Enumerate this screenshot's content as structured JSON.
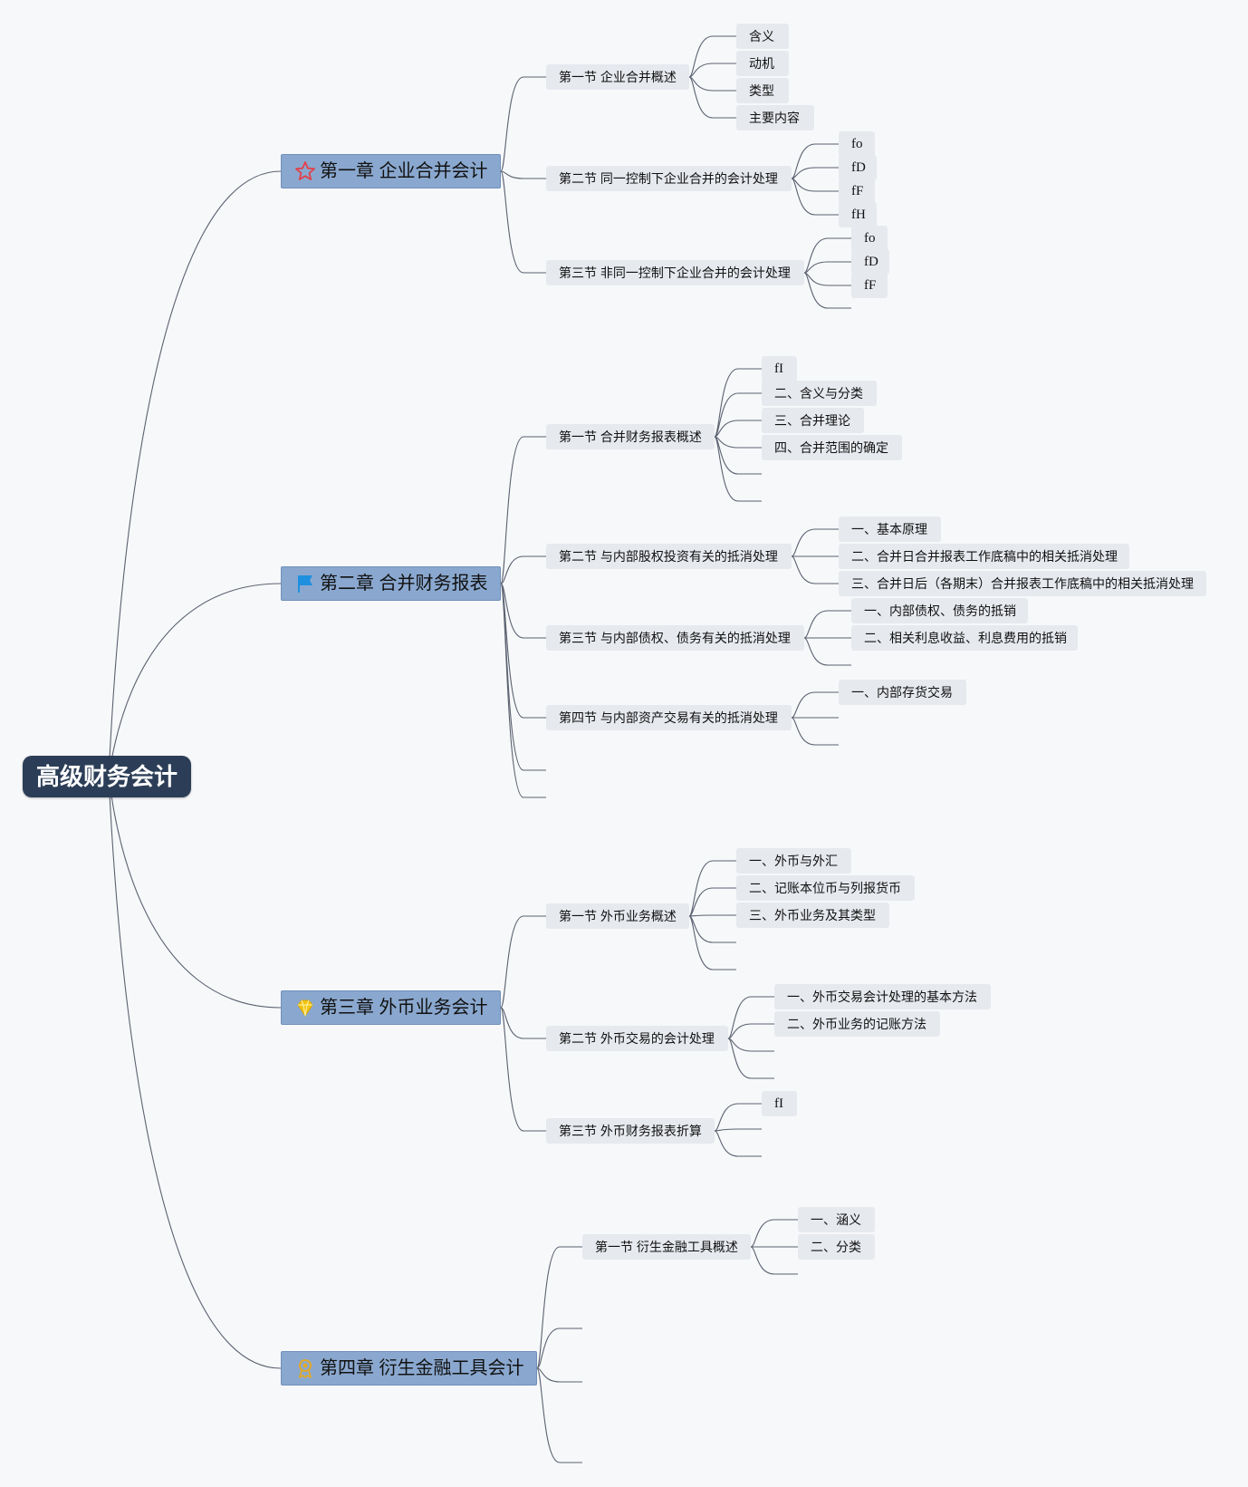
{
  "root": "高级财务会计",
  "chapters": [
    {
      "title": "第一章 企业合并会计",
      "icon": "star-icon",
      "sections": [
        {
          "title": "第一节 企业合并概述",
          "items": [
            "含义",
            "动机",
            "类型",
            "主要内容"
          ]
        },
        {
          "title": "第二节 同一控制下企业合并的会计处理",
          "items": [
            "fo",
            "fD",
            "fF",
            "fH"
          ]
        },
        {
          "title": "第三节 非同一控制下企业合并的会计处理",
          "items": [
            "fo",
            "fD",
            "fF"
          ]
        }
      ]
    },
    {
      "title": "第二章 合并财务报表",
      "icon": "flag-icon",
      "sections": [
        {
          "title": "第一节 合并财务报表概述",
          "items": [
            "fI",
            "二、含义与分类",
            "三、合并理论",
            "四、合并范围的确定"
          ]
        },
        {
          "title": "第二节 与内部股权投资有关的抵消处理",
          "items": [
            "一、基本原理",
            "二、合并日合并报表工作底稿中的相关抵消处理",
            "三、合并日后（各期末）合并报表工作底稿中的相关抵消处理"
          ]
        },
        {
          "title": "第三节 与内部债权、债务有关的抵消处理",
          "items": [
            "一、内部债权、债务的抵销",
            "二、相关利息收益、利息费用的抵销"
          ]
        },
        {
          "title": "第四节 与内部资产交易有关的抵消处理",
          "items": [
            "一、内部存货交易"
          ]
        }
      ]
    },
    {
      "title": "第三章 外币业务会计",
      "icon": "diamond-icon",
      "sections": [
        {
          "title": "第一节 外币业务概述",
          "items": [
            "一、外币与外汇",
            "二、记账本位币与列报货币",
            "三、外币业务及其类型"
          ]
        },
        {
          "title": "第二节 外币交易的会计处理",
          "items": [
            "一、外币交易会计处理的基本方法",
            "二、外币业务的记账方法"
          ]
        },
        {
          "title": "第三节 外币财务报表折算",
          "items": [
            "fI"
          ]
        }
      ]
    },
    {
      "title": "第四章 衍生金融工具会计",
      "icon": "award-icon",
      "sections": [
        {
          "title": "第一节 衍生金融工具概述",
          "items": [
            "一、涵义",
            "二、分类"
          ]
        }
      ]
    }
  ],
  "colors": {
    "root_bg": "#2c3e57",
    "chapter_bg": "#8aa8cf",
    "section_bg": "#e6e9ee",
    "line": "#5a6270",
    "star": "#e2404a",
    "flag": "#1f8fe0",
    "diamond": "#f2c40f",
    "award": "#e0a92a"
  }
}
